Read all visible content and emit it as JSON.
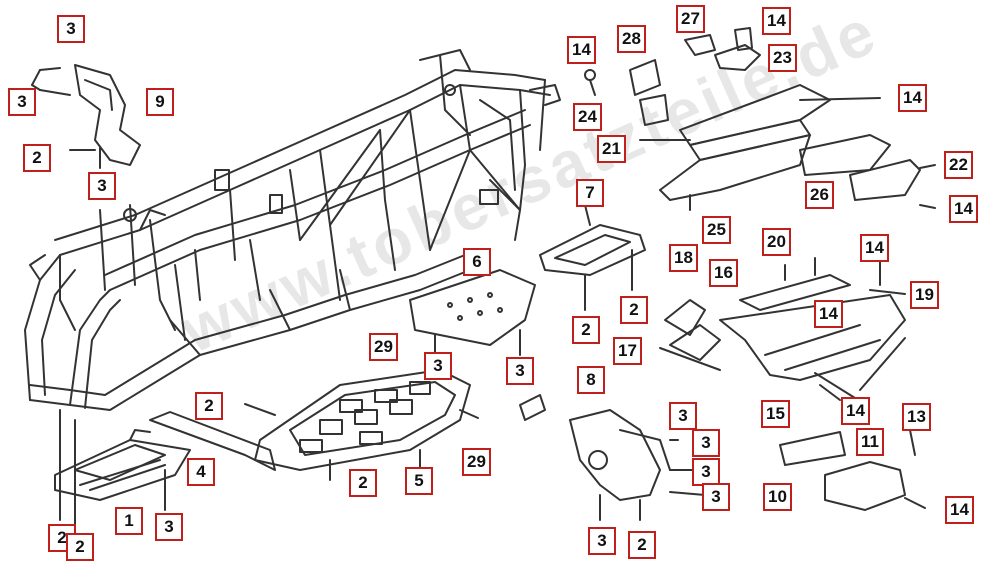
{
  "watermark": "www.tobersatzteile.de",
  "line_color": "#333333",
  "callout_border_color": "#c0201c",
  "callouts": [
    {
      "id": "c-3-a",
      "label": "3"
    },
    {
      "id": "c-3-b",
      "label": "3"
    },
    {
      "id": "c-9",
      "label": "9"
    },
    {
      "id": "c-2-a",
      "label": "2"
    },
    {
      "id": "c-3-c",
      "label": "3"
    },
    {
      "id": "c-27",
      "label": "27"
    },
    {
      "id": "c-14-a",
      "label": "14"
    },
    {
      "id": "c-28",
      "label": "28"
    },
    {
      "id": "c-14-b",
      "label": "14"
    },
    {
      "id": "c-23",
      "label": "23"
    },
    {
      "id": "c-14-c",
      "label": "14"
    },
    {
      "id": "c-24",
      "label": "24"
    },
    {
      "id": "c-21",
      "label": "21"
    },
    {
      "id": "c-22",
      "label": "22"
    },
    {
      "id": "c-26",
      "label": "26"
    },
    {
      "id": "c-14-d",
      "label": "14"
    },
    {
      "id": "c-7",
      "label": "7"
    },
    {
      "id": "c-25",
      "label": "25"
    },
    {
      "id": "c-20",
      "label": "20"
    },
    {
      "id": "c-14-e",
      "label": "14"
    },
    {
      "id": "c-6",
      "label": "6"
    },
    {
      "id": "c-18",
      "label": "18"
    },
    {
      "id": "c-16",
      "label": "16"
    },
    {
      "id": "c-19",
      "label": "19"
    },
    {
      "id": "c-2-b",
      "label": "2"
    },
    {
      "id": "c-14-f",
      "label": "14"
    },
    {
      "id": "c-2-c",
      "label": "2"
    },
    {
      "id": "c-17",
      "label": "17"
    },
    {
      "id": "c-29-a",
      "label": "29"
    },
    {
      "id": "c-3-d",
      "label": "3"
    },
    {
      "id": "c-3-e",
      "label": "3"
    },
    {
      "id": "c-8",
      "label": "8"
    },
    {
      "id": "c-2-d",
      "label": "2"
    },
    {
      "id": "c-15",
      "label": "15"
    },
    {
      "id": "c-14-g",
      "label": "14"
    },
    {
      "id": "c-13",
      "label": "13"
    },
    {
      "id": "c-3-f",
      "label": "3"
    },
    {
      "id": "c-3-g",
      "label": "3"
    },
    {
      "id": "c-29-b",
      "label": "29"
    },
    {
      "id": "c-11",
      "label": "11"
    },
    {
      "id": "c-4",
      "label": "4"
    },
    {
      "id": "c-3-h",
      "label": "3"
    },
    {
      "id": "c-2-e",
      "label": "2"
    },
    {
      "id": "c-5",
      "label": "5"
    },
    {
      "id": "c-3-i",
      "label": "3"
    },
    {
      "id": "c-10",
      "label": "10"
    },
    {
      "id": "c-14-h",
      "label": "14"
    },
    {
      "id": "c-1",
      "label": "1"
    },
    {
      "id": "c-3-j",
      "label": "3"
    },
    {
      "id": "c-2-f",
      "label": "2"
    },
    {
      "id": "c-2-g",
      "label": "2"
    },
    {
      "id": "c-3-k",
      "label": "3"
    },
    {
      "id": "c-2-h",
      "label": "2"
    }
  ]
}
